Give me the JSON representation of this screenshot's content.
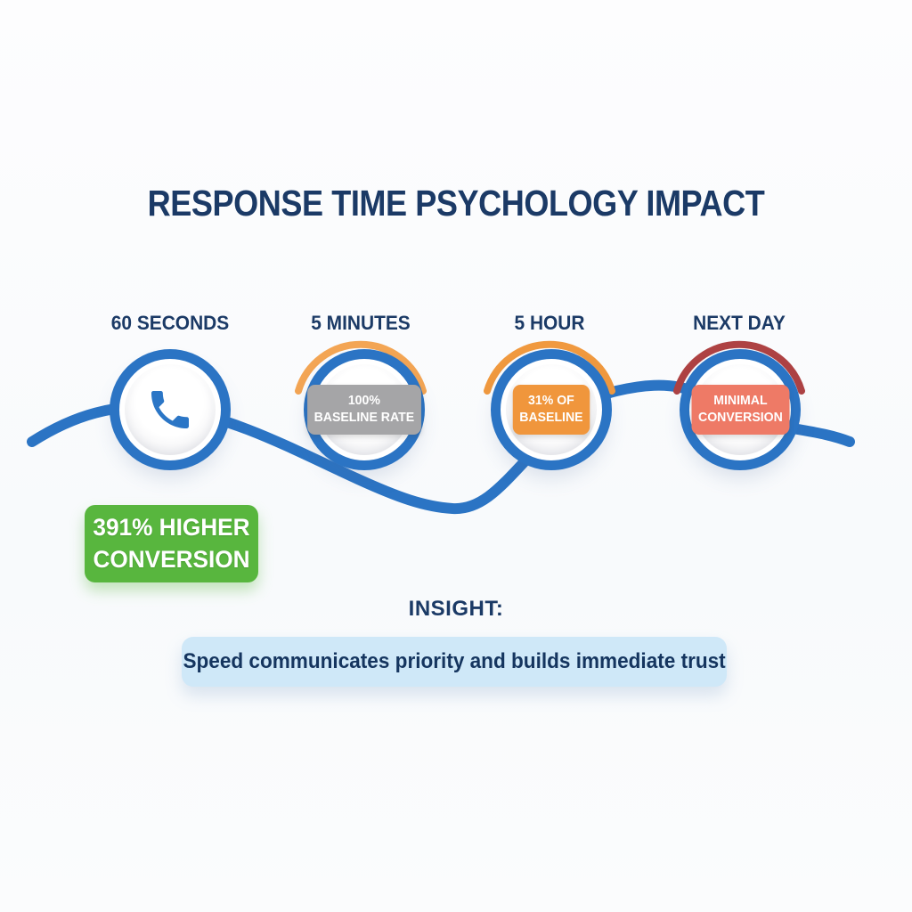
{
  "title": "RESPONSE TIME PSYCHOLOGY IMPACT",
  "timeline": {
    "stages": [
      {
        "label": "60 SECONDS",
        "icon": "phone-icon"
      },
      {
        "label": "5 MINUTES",
        "badge_line1": "100%",
        "badge_line2": "BASELINE RATE",
        "badge_color": "#a5a5a7",
        "arc_color": "#f3a554"
      },
      {
        "label": "5 HOUR",
        "badge_line1": "31% OF",
        "badge_line2": "BASELINE",
        "badge_color": "#f0963c",
        "arc_color": "#f0993f"
      },
      {
        "label": "NEXT DAY",
        "badge_line1": "MINIMAL",
        "badge_line2": "CONVERSION",
        "badge_color": "#ee7a66",
        "arc_color": "#ae4243"
      }
    ]
  },
  "highlight": {
    "line1": "391% HIGHER",
    "line2": "CONVERSION",
    "color": "#58b63e"
  },
  "insight": {
    "heading": "INSIGHT:",
    "text": "Speed communicates priority and builds immediate trust",
    "background": "#cfe8f8"
  },
  "colors": {
    "accent_blue": "#2b74c4",
    "heading_navy": "#1b3a66",
    "page_background": "#fbfcfd"
  }
}
